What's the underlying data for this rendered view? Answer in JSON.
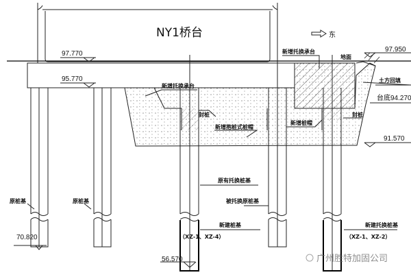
{
  "title": "NY1桥台",
  "direction": "东",
  "elevations": {
    "deck_top": "97.770",
    "cap_bottom": "95.770",
    "ground": "97.950",
    "cap_base": "台底94.270",
    "new_cap_bottom": "91.570",
    "pile_tip_original": "70.820",
    "pile_tip_new": "56.570"
  },
  "labels": {
    "new_cap_right": "新增托换承台",
    "new_cap_left": "新增托换承台",
    "ground_surface": "地面",
    "backfill": "土方回填",
    "seal_pile_left": "封桩",
    "seal_pile_right": "封桩",
    "new_hugging_pile_cap": "新增抱桩式桩帽",
    "new_pile_cap": "新增桩帽",
    "original_pile_1": "原桩基",
    "original_pile_2": "原桩基",
    "existing_underpin_pile": "原有托换桩基",
    "underpinned_original_pile": "被托换原桩基",
    "new_pile": "新建桩基",
    "new_pile_codes": "（XZ-1、XZ-4）",
    "new_underpin_pile": "新建托换桩基",
    "new_underpin_pile_codes": "（XZ-1、XZ-2）"
  },
  "watermark": "广州胜特加固公司"
}
